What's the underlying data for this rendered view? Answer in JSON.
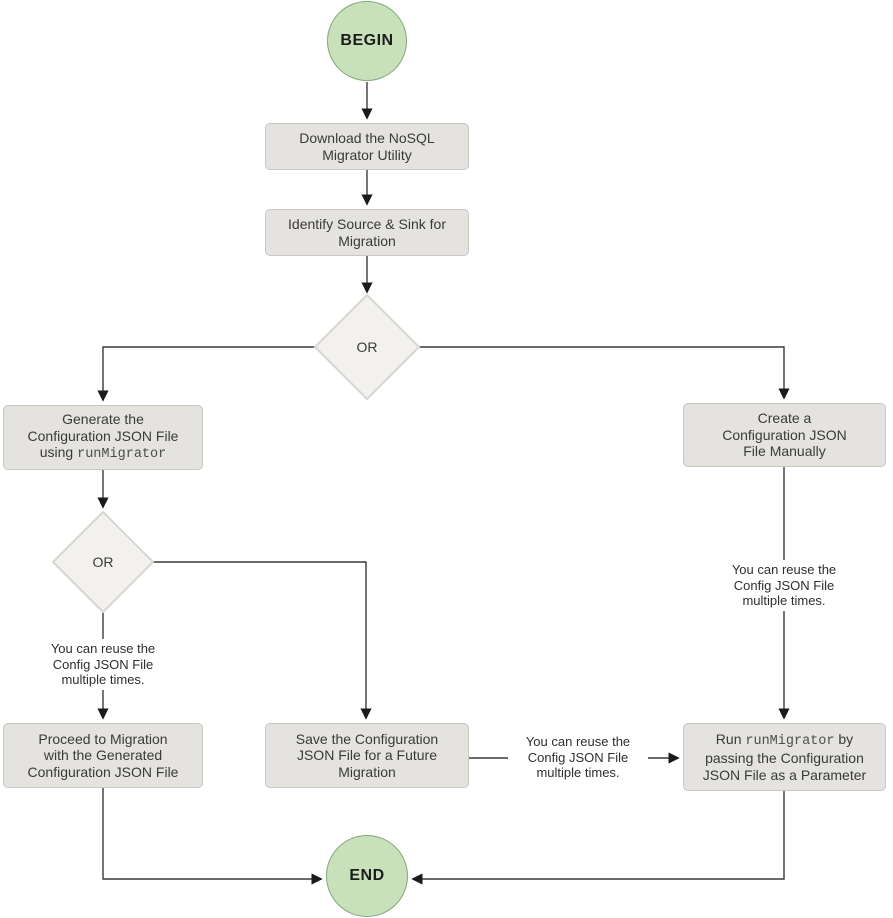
{
  "diagram": {
    "title_hint": "NoSQL Migrator workflow flowchart",
    "type": "flowchart",
    "nodes": {
      "begin": {
        "label": "BEGIN",
        "shape": "circle"
      },
      "download": {
        "line1": "Download the NoSQL",
        "line2": "Migrator Utility",
        "shape": "process"
      },
      "identify": {
        "line1": "Identify Source & Sink for",
        "line2": "Migration",
        "shape": "process"
      },
      "or1": {
        "label": "OR",
        "shape": "diamond"
      },
      "generate": {
        "line1": "Generate the",
        "line2": "Configuration JSON File",
        "line3_text": "using ",
        "line3_code": "runMigrator",
        "shape": "process"
      },
      "create": {
        "line1": "Create a",
        "line2": "Configuration JSON",
        "line3": "File Manually",
        "shape": "process"
      },
      "or2": {
        "label": "OR",
        "shape": "diamond"
      },
      "proceed": {
        "line1": "Proceed to Migration",
        "line2": "with the Generated",
        "line3": "Configuration JSON File",
        "shape": "process"
      },
      "save": {
        "line1": "Save the Configuration",
        "line2": "JSON File for a Future",
        "line3": "Migration",
        "shape": "process"
      },
      "run": {
        "line1_text1": "Run ",
        "line1_code": "runMigrator",
        "line1_text2": " by",
        "line2": "passing the Configuration",
        "line3": "JSON File as a Parameter",
        "shape": "process"
      },
      "end": {
        "label": "END",
        "shape": "circle"
      }
    },
    "annotations": {
      "reuse_note": {
        "text": "You can reuse the Config JSON File multiple times.",
        "line1": "You can reuse the",
        "line2": "Config JSON File",
        "line3": "multiple times.",
        "occurrences": 3
      }
    },
    "edges": [
      {
        "from": "begin",
        "to": "download"
      },
      {
        "from": "download",
        "to": "identify"
      },
      {
        "from": "identify",
        "to": "or1"
      },
      {
        "from": "or1",
        "to": "generate"
      },
      {
        "from": "or1",
        "to": "create"
      },
      {
        "from": "generate",
        "to": "or2"
      },
      {
        "from": "or2",
        "to": "proceed",
        "label": "You can reuse the Config JSON File multiple times."
      },
      {
        "from": "or2",
        "to": "save"
      },
      {
        "from": "save",
        "to": "run",
        "label": "You can reuse the Config JSON File multiple times."
      },
      {
        "from": "create",
        "to": "run",
        "label": "You can reuse the Config JSON File multiple times."
      },
      {
        "from": "proceed",
        "to": "end"
      },
      {
        "from": "run",
        "to": "end"
      }
    ]
  },
  "colors": {
    "terminal-fill": "#c8e1bb",
    "terminal-stroke": "#82a877",
    "box-fill": "#e4e3df",
    "box-stroke": "#c9c7c1",
    "diamond-fill": "#f2f1ee",
    "diamond-stroke": "#d8d6d0",
    "line-color": "#3a3a3a",
    "text-color": "#3a3a3a"
  }
}
